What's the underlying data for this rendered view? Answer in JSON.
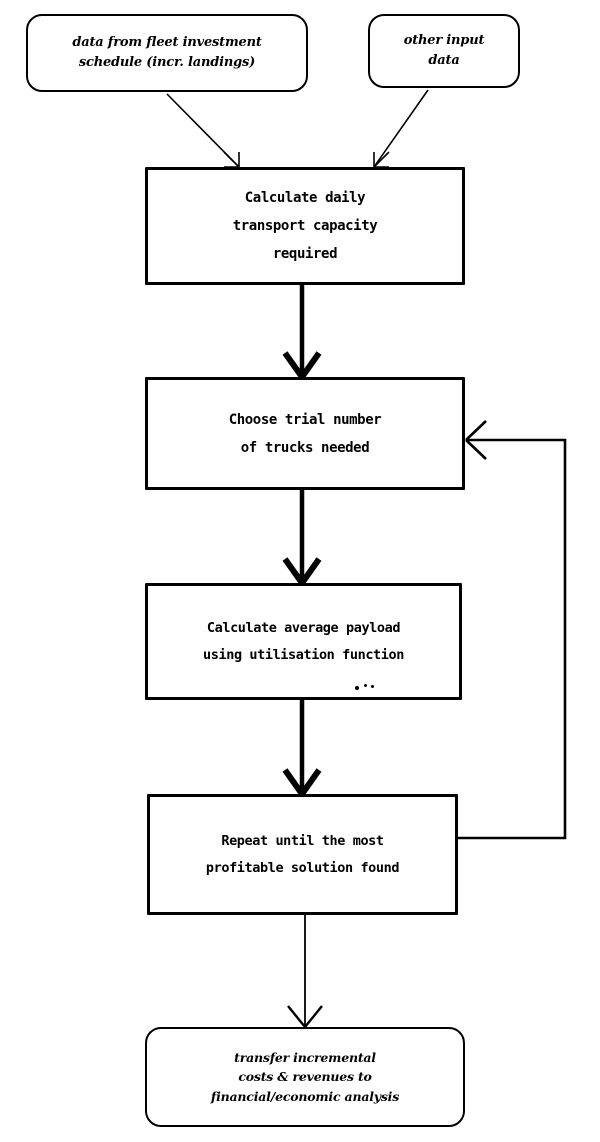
{
  "diagram": {
    "title": "Truck fleet transport capacity calculation flowchart",
    "type": "flowchart",
    "stroke_color": "#000000",
    "background_color": "#ffffff"
  },
  "nodes": {
    "input_fleet": {
      "shape": "rounded-rectangle",
      "role": "input-data",
      "lines": [
        "data from fleet investment",
        "schedule  (incr. landings)"
      ]
    },
    "input_other": {
      "shape": "rounded-rectangle",
      "role": "input-data",
      "lines": [
        "other input",
        "data"
      ]
    },
    "step1": {
      "shape": "rectangle",
      "role": "process",
      "lines": [
        "Calculate daily",
        "transport capacity",
        "required"
      ]
    },
    "step2": {
      "shape": "rectangle",
      "role": "process",
      "lines": [
        "Choose trial number",
        "of trucks needed"
      ]
    },
    "step3": {
      "shape": "rectangle",
      "role": "process",
      "lines": [
        "Calculate average payload",
        "using utilisation function"
      ]
    },
    "step4": {
      "shape": "rectangle",
      "role": "process-loop",
      "lines": [
        "Repeat until the most",
        "profitable solution found"
      ]
    },
    "output_transfer": {
      "shape": "rounded-rectangle",
      "role": "terminal-output",
      "lines": [
        "transfer incremental",
        "costs & revenues to",
        "financial/economic analysis"
      ]
    }
  },
  "edges": [
    {
      "id": "fleet-to-step1",
      "from": "input_fleet",
      "to": "step1",
      "style": "thin-diagonal",
      "label": ""
    },
    {
      "id": "other-to-step1",
      "from": "input_other",
      "to": "step1",
      "style": "thin-diagonal",
      "label": ""
    },
    {
      "id": "step1-to-step2",
      "from": "step1",
      "to": "step2",
      "style": "thick-vertical",
      "label": ""
    },
    {
      "id": "step2-to-step3",
      "from": "step2",
      "to": "step3",
      "style": "thick-vertical",
      "label": ""
    },
    {
      "id": "step3-to-step4",
      "from": "step3",
      "to": "step4",
      "style": "thick-vertical",
      "label": ""
    },
    {
      "id": "step4-to-step2",
      "from": "step4",
      "to": "step2",
      "style": "thin-feedback-loop",
      "label": ""
    },
    {
      "id": "step4-to-output",
      "from": "step4",
      "to": "output_transfer",
      "style": "thin-vertical",
      "label": ""
    }
  ]
}
